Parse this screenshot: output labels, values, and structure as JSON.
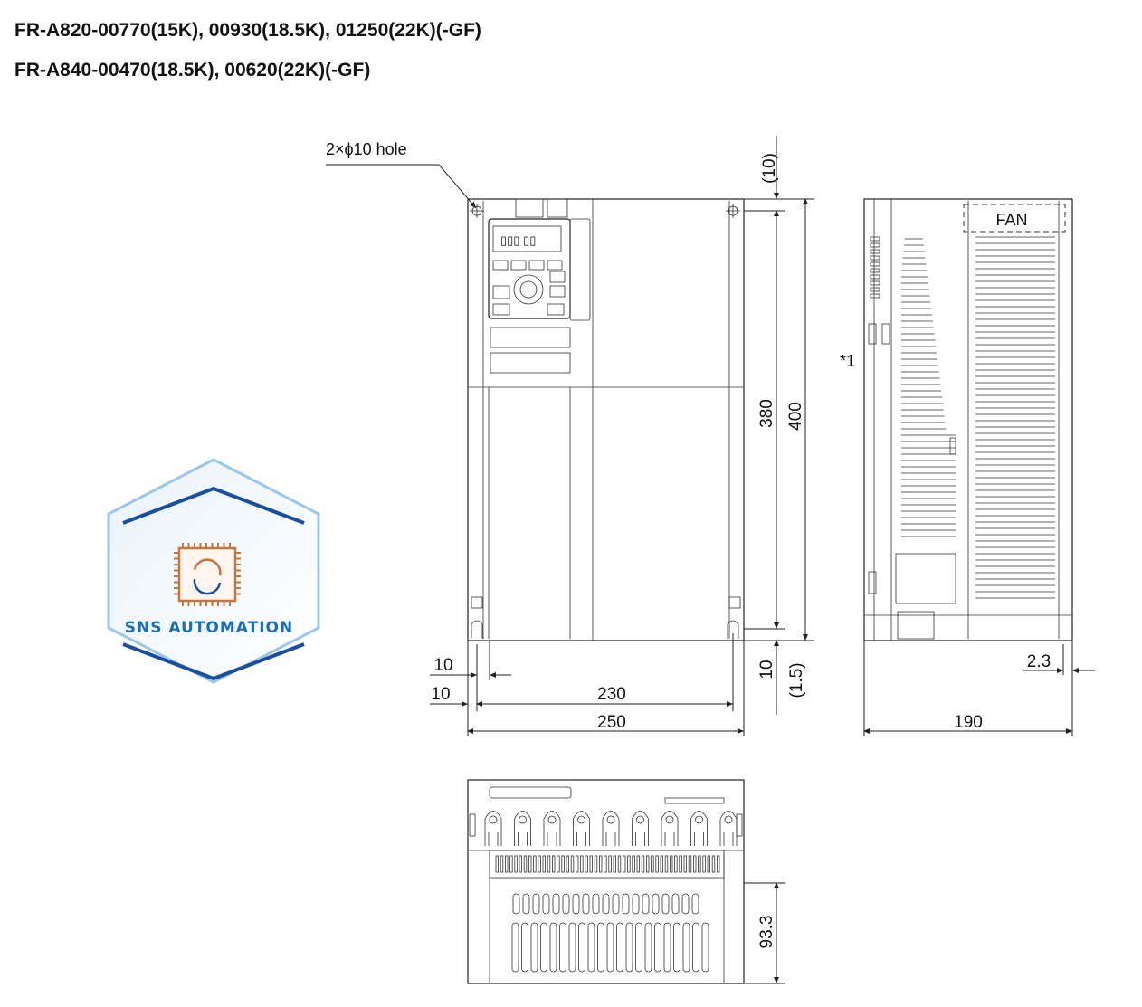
{
  "header": {
    "line1": "FR-A820-00770(15K), 00930(18.5K), 01250(22K)(-GF)",
    "line2": "FR-A840-00470(18.5K), 00620(22K)(-GF)"
  },
  "front_view": {
    "hole_label": "2×ϕ10 hole",
    "dims": {
      "top_margin": "(10)",
      "height_inner": "380",
      "height_total": "400",
      "bottom_margin": "10",
      "bottom_margin_alt": "(1.5)",
      "left_margin_1": "10",
      "left_margin_2": "10",
      "width_inner": "230",
      "width_total": "250"
    }
  },
  "side_view": {
    "fan_label": "FAN",
    "note_marker": "*1",
    "dims": {
      "depth_total": "190",
      "protrusion": "2.3"
    }
  },
  "bottom_view": {
    "dims": {
      "height": "93.3"
    }
  },
  "logo": {
    "text": "SNS AUTOMATION",
    "color_primary": "#1a6fbd",
    "color_chip": "#c8743a"
  }
}
